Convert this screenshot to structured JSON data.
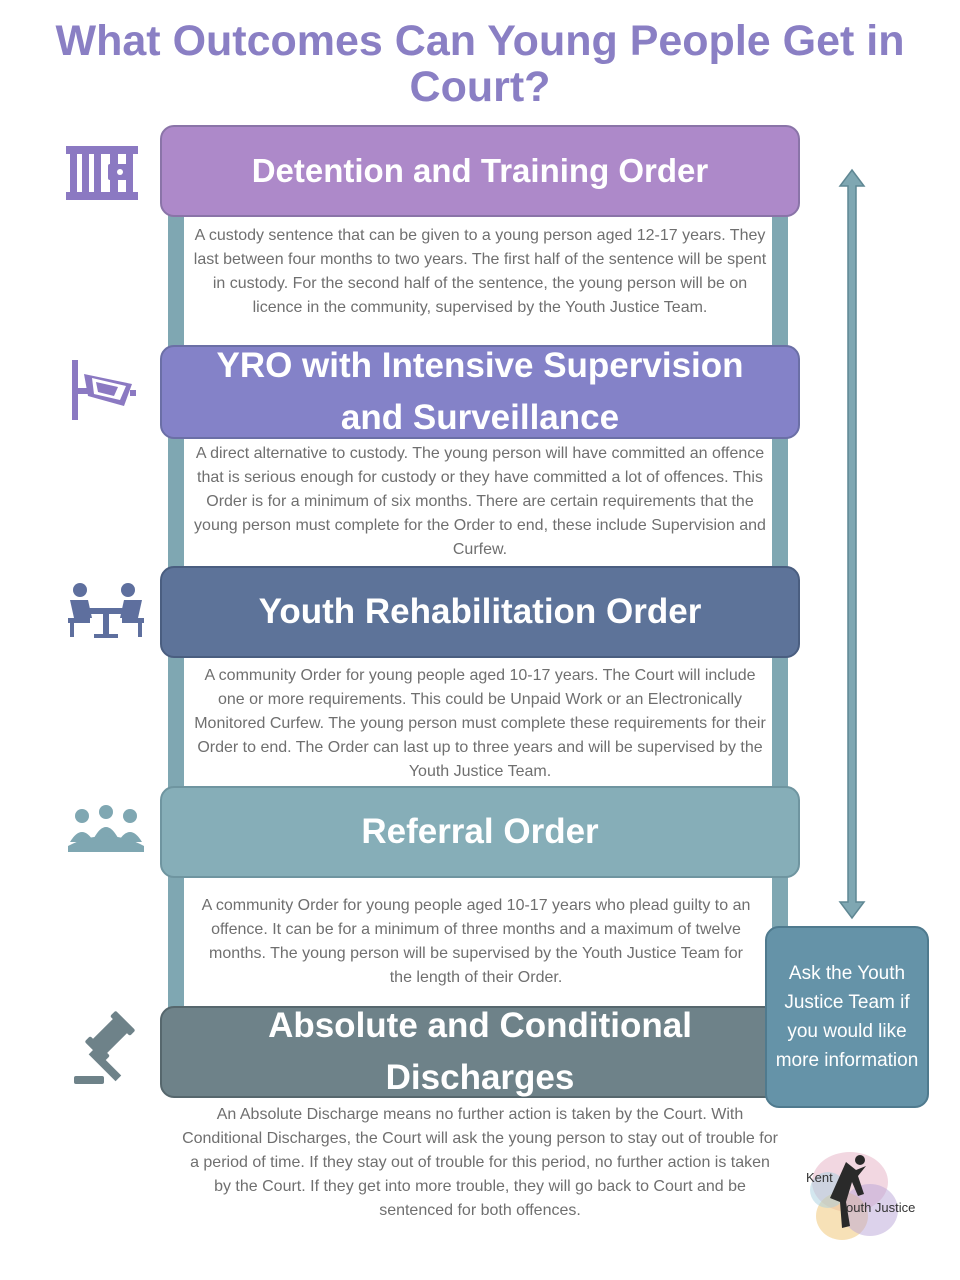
{
  "title": "What Outcomes Can Young People Get in Court?",
  "colors": {
    "title": "#8a7fc4",
    "detention": "#ad89c9",
    "yro_iss": "#8482c8",
    "yro": "#5d7399",
    "referral": "#86aeb8",
    "discharge": "#6e8289",
    "rail": "#7fa7b2",
    "ask_box": "#6593a8"
  },
  "sections": [
    {
      "heading": "Detention and Training Order",
      "icon": "prison-bars-icon",
      "description": "A custody sentence that can be given to a young person aged 12-17 years. They last between four months to two years. The first half of the sentence will be spent in custody. For the second half of the sentence, the young person will be on licence in the community, supervised by the Youth Justice Team."
    },
    {
      "heading": "YRO with Intensive Supervision and Surveillance",
      "icon": "cctv-camera-icon",
      "description": "A direct alternative to custody. The young person will have committed an offence that is serious enough for custody or they have committed a lot of offences. This Order is for a minimum of six months. There are certain requirements that the young person must complete for the Order to end, these include Supervision and Curfew."
    },
    {
      "heading": "Youth Rehabilitation Order",
      "icon": "meeting-table-icon",
      "description": "A community Order for young people aged 10-17 years. The Court will include one or more requirements. This could be Unpaid Work or an Electronically Monitored Curfew. The young person must complete these requirements for their Order to end. The Order can last up to three years and will be supervised by the Youth Justice Team."
    },
    {
      "heading": "Referral Order",
      "icon": "panel-meeting-icon",
      "description": "A community Order for young people aged 10-17 years who plead guilty to an offence. It can be for a minimum of three months and a maximum of twelve months. The young person will be supervised by the Youth Justice Team for the length of their Order."
    },
    {
      "heading": "Absolute and Conditional Discharges",
      "icon": "gavel-icon",
      "description": "An Absolute Discharge means no further action is taken by the Court. With Conditional Discharges, the Court will ask the young person to stay out of trouble for a period of time. If they stay out of trouble for this period, no further action is taken by the Court. If they get into more trouble, they will go back to Court and be sentenced for both offences."
    }
  ],
  "ask_box": "Ask the Youth Justice Team if you would like more information",
  "logo": {
    "line1": "Kent",
    "line2": "outh Justice"
  },
  "arrow_icon": "double-arrow-icon"
}
